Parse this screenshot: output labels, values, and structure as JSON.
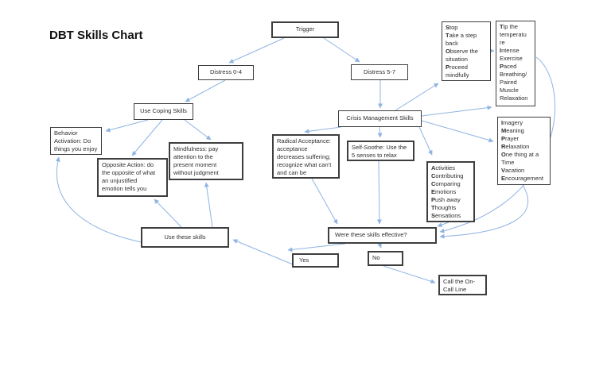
{
  "title": "DBT Skills Chart",
  "accent_color": "#8FB4E3",
  "nodes": {
    "trigger": {
      "label": "Trigger"
    },
    "distress_low": {
      "label": "Distress 0-4"
    },
    "distress_high": {
      "label": "Distress 5-7"
    },
    "use_coping": {
      "label": "Use Coping Skills"
    },
    "crisis": {
      "label": "Crisis Management Skills"
    },
    "stop": {
      "lines": [
        {
          "b": "S",
          "t": "top"
        },
        {
          "b": "T",
          "t": "ake a step"
        },
        {
          "t": "back"
        },
        {
          "b": "O",
          "t": "bserve the"
        },
        {
          "t": "situation"
        },
        {
          "b": "P",
          "t": "roceed"
        },
        {
          "t": "mindfully"
        }
      ]
    },
    "tip": {
      "lines": [
        {
          "b": "T",
          "t": "ip the"
        },
        {
          "t": "temperatu"
        },
        {
          "t": "re"
        },
        {
          "b": "I",
          "t": "ntense"
        },
        {
          "t": "Exercise"
        },
        {
          "b": "P",
          "t": "aced"
        },
        {
          "t": "Breathing/"
        },
        {
          "t": "Paired"
        },
        {
          "t": "Muscle"
        },
        {
          "t": "Relaxation"
        }
      ]
    },
    "behavior": {
      "lines": [
        {
          "t": "Behavior"
        },
        {
          "t": "Activation: Do"
        },
        {
          "t": "things you enjoy"
        }
      ]
    },
    "opposite": {
      "lines": [
        {
          "t": "Opposite Action: do"
        },
        {
          "t": "the opposite of what"
        },
        {
          "t": "an unjustified"
        },
        {
          "t": "emotion tells you"
        }
      ]
    },
    "mindfulness": {
      "lines": [
        {
          "t": "Mindfulness: pay"
        },
        {
          "t": "attention to the"
        },
        {
          "t": "present moment"
        },
        {
          "t": "without judgment"
        }
      ]
    },
    "radical": {
      "lines": [
        {
          "t": "Radical Acceptance:"
        },
        {
          "t": "acceptance"
        },
        {
          "t": "decreases suffering;"
        },
        {
          "t": "recognize what can’t"
        },
        {
          "t": "and can be"
        }
      ]
    },
    "soothe": {
      "lines": [
        {
          "t": "Self-Soothe: Use the"
        },
        {
          "t": "5 senses to relax"
        }
      ]
    },
    "accepts": {
      "lines": [
        {
          "b": "A",
          "t": "ctivities"
        },
        {
          "b": "C",
          "t": "ontributing"
        },
        {
          "b": "C",
          "t": "omparing"
        },
        {
          "b": "E",
          "t": "motions"
        },
        {
          "b": "P",
          "t": "ush away"
        },
        {
          "b": "T",
          "t": "houghts"
        },
        {
          "b": "S",
          "t": "ensations"
        }
      ]
    },
    "improve": {
      "lines": [
        {
          "b": "I",
          "t": "magery"
        },
        {
          "b": "M",
          "t": "eaning"
        },
        {
          "b": "P",
          "t": "rayer"
        },
        {
          "b": "R",
          "t": "elaxation"
        },
        {
          "b": "O",
          "t": "ne thing at a"
        },
        {
          "t": "Time"
        },
        {
          "b": "V",
          "t": "acation"
        },
        {
          "b": "E",
          "t": "ncouragement"
        }
      ]
    },
    "use_these": {
      "label": "Use these skills"
    },
    "effective": {
      "label": "Were these skills effective?"
    },
    "yes": {
      "label": "Yes"
    },
    "no": {
      "label": "No"
    },
    "call_line": {
      "lines": [
        {
          "t": "Call the On-"
        },
        {
          "t": "Call Line"
        }
      ]
    }
  },
  "connections": [
    {
      "from": "trigger",
      "to": "distress_low"
    },
    {
      "from": "trigger",
      "to": "distress_high"
    },
    {
      "from": "distress_low",
      "to": "use_coping"
    },
    {
      "from": "distress_high",
      "to": "crisis"
    },
    {
      "from": "use_coping",
      "to": "behavior"
    },
    {
      "from": "use_coping",
      "to": "opposite"
    },
    {
      "from": "use_coping",
      "to": "mindfulness"
    },
    {
      "from": "crisis",
      "to": "stop"
    },
    {
      "from": "stop",
      "to": "tip"
    },
    {
      "from": "crisis",
      "to": "tip"
    },
    {
      "from": "crisis",
      "to": "improve"
    },
    {
      "from": "crisis",
      "to": "accepts"
    },
    {
      "from": "crisis",
      "to": "radical"
    },
    {
      "from": "crisis",
      "to": "soothe"
    },
    {
      "from": "radical",
      "to": "effective"
    },
    {
      "from": "soothe",
      "to": "effective"
    },
    {
      "from": "accepts",
      "to": "effective"
    },
    {
      "from": "effective",
      "to": "yes"
    },
    {
      "from": "effective",
      "to": "no"
    },
    {
      "from": "yes",
      "to": "use_these"
    },
    {
      "from": "no",
      "to": "call_line"
    },
    {
      "from": "use_these",
      "to": "opposite"
    },
    {
      "from": "use_these",
      "to": "mindfulness"
    },
    {
      "from": "use_these",
      "to": "behavior"
    },
    {
      "from": "tip",
      "to": "effective"
    },
    {
      "from": "improve",
      "to": "effective"
    }
  ]
}
